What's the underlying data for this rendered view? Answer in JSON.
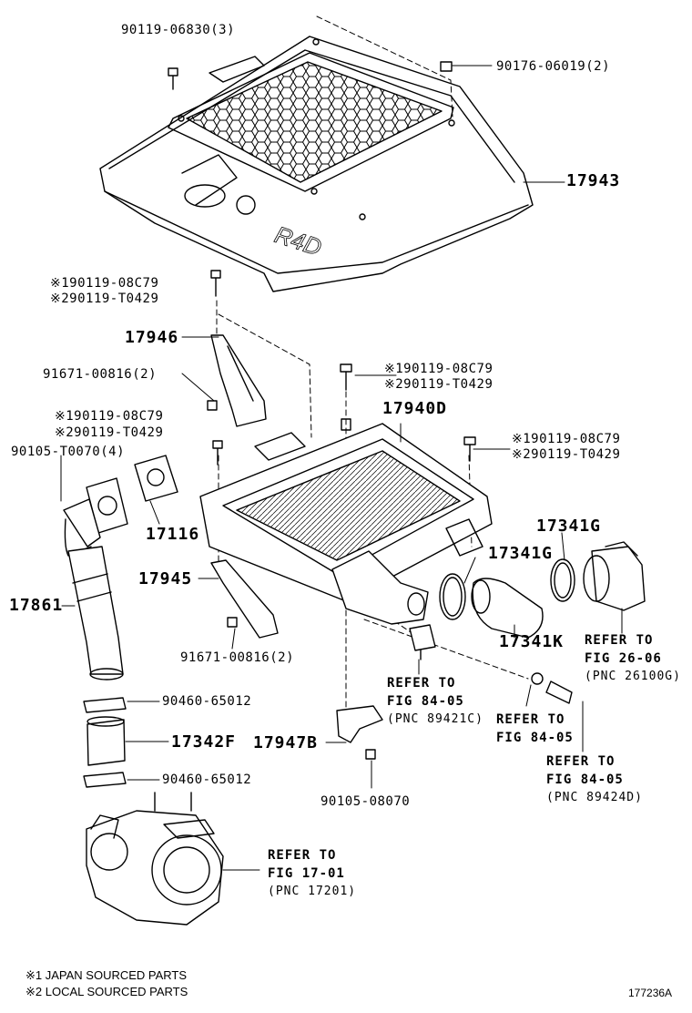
{
  "parts": {
    "p1": "90119-06830(3)",
    "p2": "90176-06019(2)",
    "p3": "17943",
    "p4a": "※190119-08C79",
    "p4b": "※290119-T0429",
    "p5": "17946",
    "p6": "91671-00816(2)",
    "p7a": "※190119-08C79",
    "p7b": "※290119-T0429",
    "p8": "17940D",
    "p9a": "※190119-08C79",
    "p9b": "※290119-T0429",
    "p10a": "※190119-08C79",
    "p10b": "※290119-T0429",
    "p11": "90105-T0070(4)",
    "p12": "17116",
    "p13": "17341G",
    "p14": "17341G",
    "p15": "17945",
    "p16": "17861",
    "p17": "17341K",
    "p18": "91671-00816(2)",
    "p19": "90460-65012",
    "p20": "17342F",
    "p21": "17947B",
    "p22": "90460-65012",
    "p23": "90105-08070"
  },
  "refs": {
    "r1": {
      "l1": "REFER TO",
      "l2": "FIG 26-06",
      "l3": "(PNC 26100G)"
    },
    "r2": {
      "l1": "REFER TO",
      "l2": "FIG 84-05",
      "l3": "(PNC 89421C)"
    },
    "r3": {
      "l1": "REFER TO",
      "l2": "FIG 84-05"
    },
    "r4": {
      "l1": "REFER TO",
      "l2": "FIG 84-05",
      "l3": "(PNC 89424D)"
    },
    "r5": {
      "l1": "REFER TO",
      "l2": "FIG 17-01",
      "l3": "(PNC 17201)"
    }
  },
  "notes": {
    "n1": "※1 JAPAN SOURCED PARTS",
    "n2": "※2 LOCAL SOURCED PARTS"
  },
  "diagram_code": "177236A"
}
